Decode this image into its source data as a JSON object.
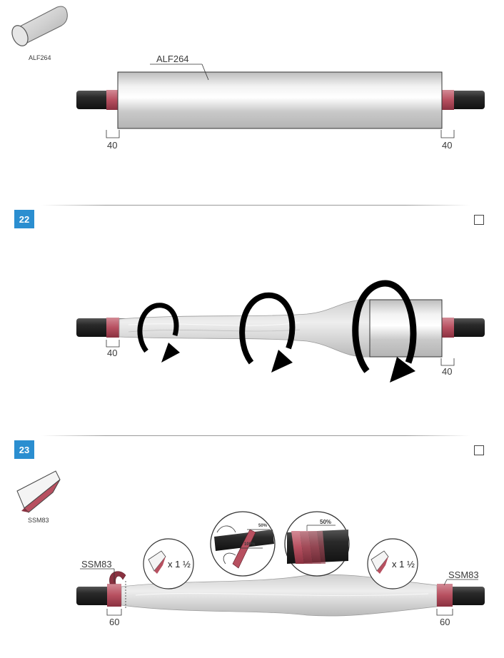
{
  "section_top": {
    "part_icon_label": "ALF264",
    "part_label": "ALF264",
    "dim_left": "40",
    "dim_right": "40"
  },
  "step22": {
    "number": "22",
    "dim_left": "40",
    "dim_right": "40"
  },
  "step23": {
    "number": "23",
    "part_icon_label": "SSM83",
    "label_left": "SSM83",
    "label_right": "SSM83",
    "wrap_note_left": "x 1 ½",
    "wrap_note_right": "x 1 ½",
    "overlap_small": "50%",
    "overlap_full": "100%",
    "overlap_big": "50%",
    "dim_left": "60",
    "dim_right": "60"
  },
  "colors": {
    "badge": "#2b8ed0",
    "cable": "#2a2a2a",
    "tape": "#b75060",
    "sleeve": "#d4d4d4"
  }
}
